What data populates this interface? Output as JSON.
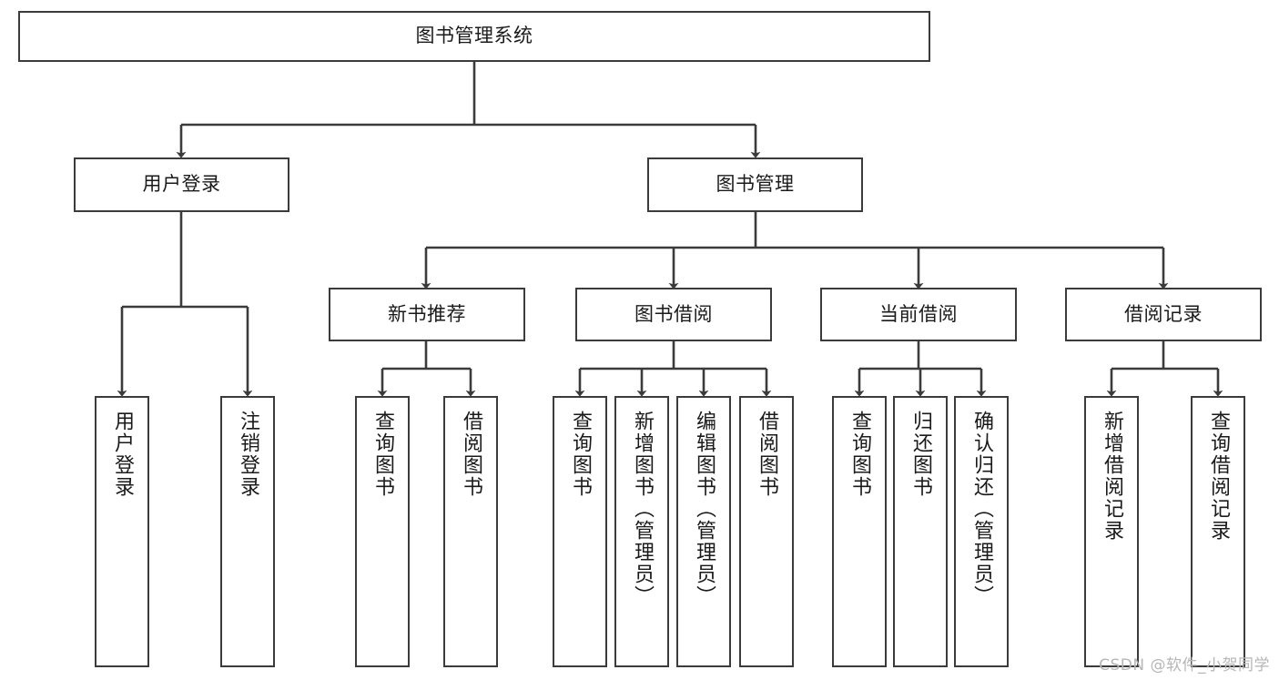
{
  "diagram": {
    "title": "图书管理系统",
    "type": "hierarchy-tree",
    "colors": {
      "node_border": "#3b3b3b",
      "node_fill": "#ffffff",
      "edge": "#3b3b3b",
      "text": "#1a1a1a",
      "watermark": "#b6b6b6",
      "background": "#ffffff"
    },
    "watermark": "CSDN @软件_小贺同学"
  },
  "nodes": {
    "root": {
      "label": "图书管理系统"
    },
    "level2": [
      {
        "id": "user-login",
        "label": "用户登录"
      },
      {
        "id": "book-manage",
        "label": "图书管理"
      }
    ],
    "level3": [
      {
        "id": "new-book-recommend",
        "label": "新书推荐"
      },
      {
        "id": "book-borrow",
        "label": "图书借阅"
      },
      {
        "id": "current-borrow",
        "label": "当前借阅"
      },
      {
        "id": "borrow-record",
        "label": "借阅记录"
      }
    ],
    "leaves": {
      "user-login": [
        {
          "id": "leaf-user-login",
          "label": "用户登录"
        },
        {
          "id": "leaf-logout-login",
          "label": "注销登录"
        }
      ],
      "new-book-recommend": [
        {
          "id": "leaf-query-book-1",
          "label": "查询图书"
        },
        {
          "id": "leaf-borrow-book-1",
          "label": "借阅图书"
        }
      ],
      "book-borrow": [
        {
          "id": "leaf-query-book-2",
          "label": "查询图书"
        },
        {
          "id": "leaf-add-book",
          "label": "新增图书（管理员）"
        },
        {
          "id": "leaf-edit-book",
          "label": "编辑图书（管理员）"
        },
        {
          "id": "leaf-borrow-book-2",
          "label": "借阅图书"
        }
      ],
      "current-borrow": [
        {
          "id": "leaf-query-book-3",
          "label": "查询图书"
        },
        {
          "id": "leaf-return-book",
          "label": "归还图书"
        },
        {
          "id": "leaf-confirm-return",
          "label": "确认归还（管理员）"
        }
      ],
      "borrow-record": [
        {
          "id": "leaf-add-borrow-record",
          "label": "新增借阅记录"
        },
        {
          "id": "leaf-query-borrow-record",
          "label": "查询借阅记录"
        }
      ]
    }
  }
}
